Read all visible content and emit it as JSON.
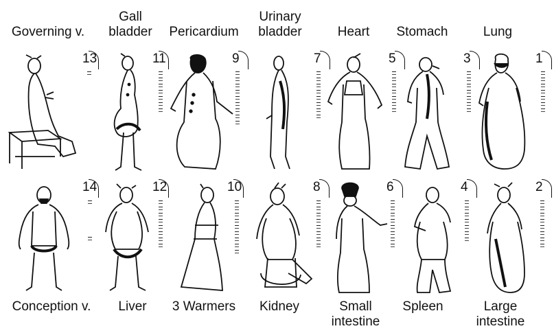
{
  "meridians": [
    {
      "id": "governing",
      "label": "Governing v.",
      "number": "13"
    },
    {
      "id": "gall",
      "label": "Gall\nbladder",
      "number": "11"
    },
    {
      "id": "pericardium",
      "label": "Pericardium",
      "number": "9"
    },
    {
      "id": "urinary",
      "label": "Urinary\nbladder",
      "number": "7"
    },
    {
      "id": "heart",
      "label": "Heart",
      "number": "5"
    },
    {
      "id": "stomach",
      "label": "Stomach",
      "number": "3"
    },
    {
      "id": "lung",
      "label": "Lung",
      "number": "1"
    },
    {
      "id": "conception",
      "label": "Conception v.",
      "number": "14"
    },
    {
      "id": "liver",
      "label": "Liver",
      "number": "12"
    },
    {
      "id": "warmers",
      "label": "3 Warmers",
      "number": "10"
    },
    {
      "id": "kidney",
      "label": "Kidney",
      "number": "8"
    },
    {
      "id": "small",
      "label": "Small\nintestine",
      "number": "6"
    },
    {
      "id": "spleen",
      "label": "Spleen",
      "number": "4"
    },
    {
      "id": "large",
      "label": "Large\nintestine",
      "number": "2"
    }
  ]
}
